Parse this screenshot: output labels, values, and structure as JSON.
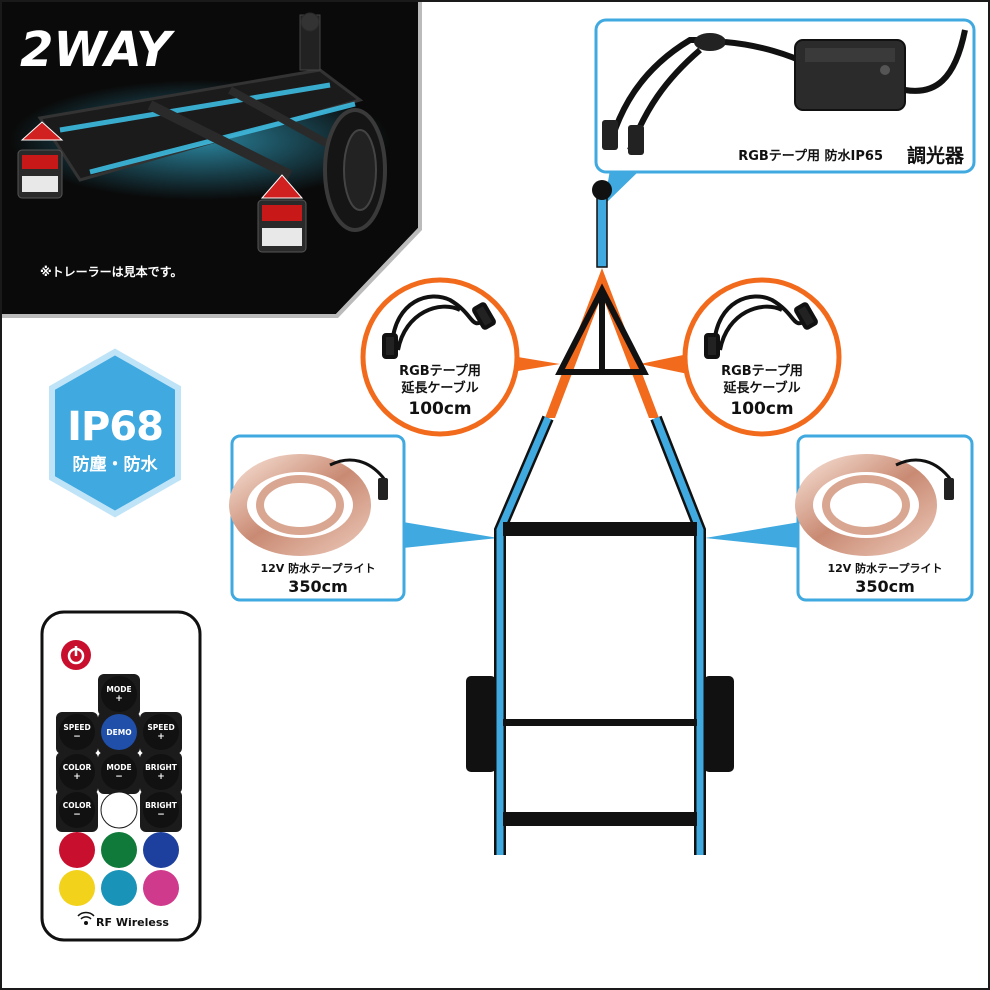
{
  "header": {
    "title": "2WAY",
    "note": "※トレーラーは見本です。"
  },
  "badge": {
    "rating": "IP68",
    "label": "防塵・防水"
  },
  "callouts": {
    "controller": {
      "line1": "RGBテープ用 防水IP65",
      "line2": "調光器"
    },
    "cable_left": {
      "line1": "RGBテープ用",
      "line2": "延長ケーブル",
      "length": "100cm"
    },
    "cable_right": {
      "line1": "RGBテープ用",
      "line2": "延長ケーブル",
      "length": "100cm"
    },
    "tape_left": {
      "line1": "12V 防水テープライト",
      "length": "350cm"
    },
    "tape_right": {
      "line1": "12V 防水テープライト",
      "length": "350cm"
    }
  },
  "remote": {
    "buttons": {
      "mode_plus": [
        "MODE",
        "+"
      ],
      "speed_minus": [
        "SPEED",
        "−"
      ],
      "demo": [
        "DEMO"
      ],
      "speed_plus": [
        "SPEED",
        "+"
      ],
      "color_plus": [
        "COLOR",
        "+"
      ],
      "mode_minus": [
        "MODE",
        "−"
      ],
      "bright_plus": [
        "BRIGHT",
        "+"
      ],
      "color_minus": [
        "COLOR",
        "−"
      ],
      "bright_minus": [
        "BRIGHT",
        "−"
      ]
    },
    "colors": {
      "white": "#ffffff",
      "red": "#c8102e",
      "green": "#0f7a3a",
      "blue": "#1d3f9e",
      "yellow": "#f2d21b",
      "cyan": "#1a93b8",
      "pink": "#d03a8c",
      "power": "#c8102e",
      "demo": "#1f4fa8"
    },
    "footer": "RF Wireless"
  },
  "theme": {
    "accent_blue": "#3fa9e0",
    "accent_orange": "#f26a1b"
  }
}
